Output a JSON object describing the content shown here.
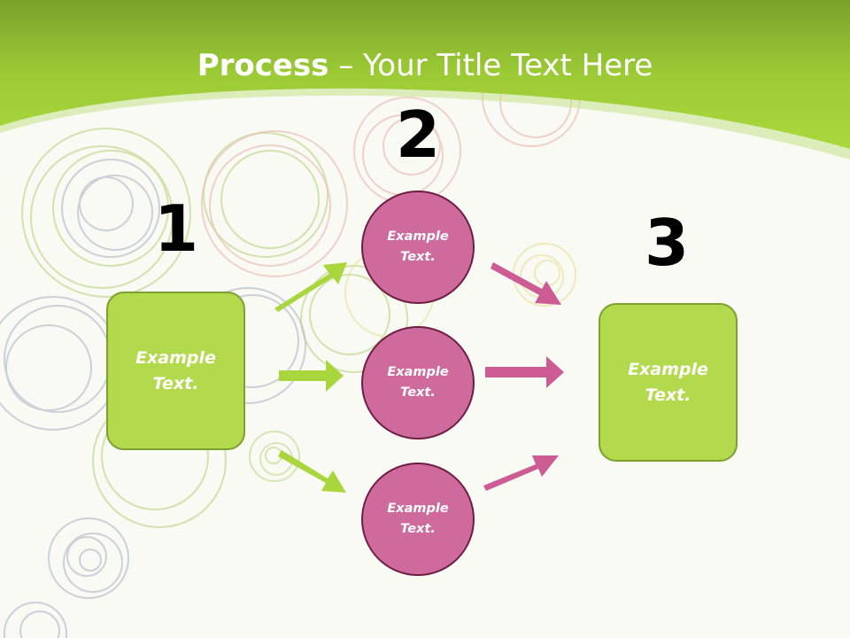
{
  "slide": {
    "title_bold": "Process",
    "title_rest": " – Your Title Text Here"
  },
  "steps": [
    {
      "number": "1",
      "text": "Example Text."
    },
    {
      "number": "2",
      "items": [
        {
          "text": "Example Text."
        },
        {
          "text": "Example Text."
        },
        {
          "text": "Example Text."
        }
      ]
    },
    {
      "number": "3",
      "text": "Example Text."
    }
  ],
  "colors": {
    "header_green": "#a8d63c",
    "box_green": "#b3d94c",
    "box_green_border": "#7ea031",
    "circle_pink": "#cf6a9c",
    "circle_border": "#6e1d44",
    "arrow_green": "#a8d63c",
    "arrow_pink": "#cd5c94"
  }
}
